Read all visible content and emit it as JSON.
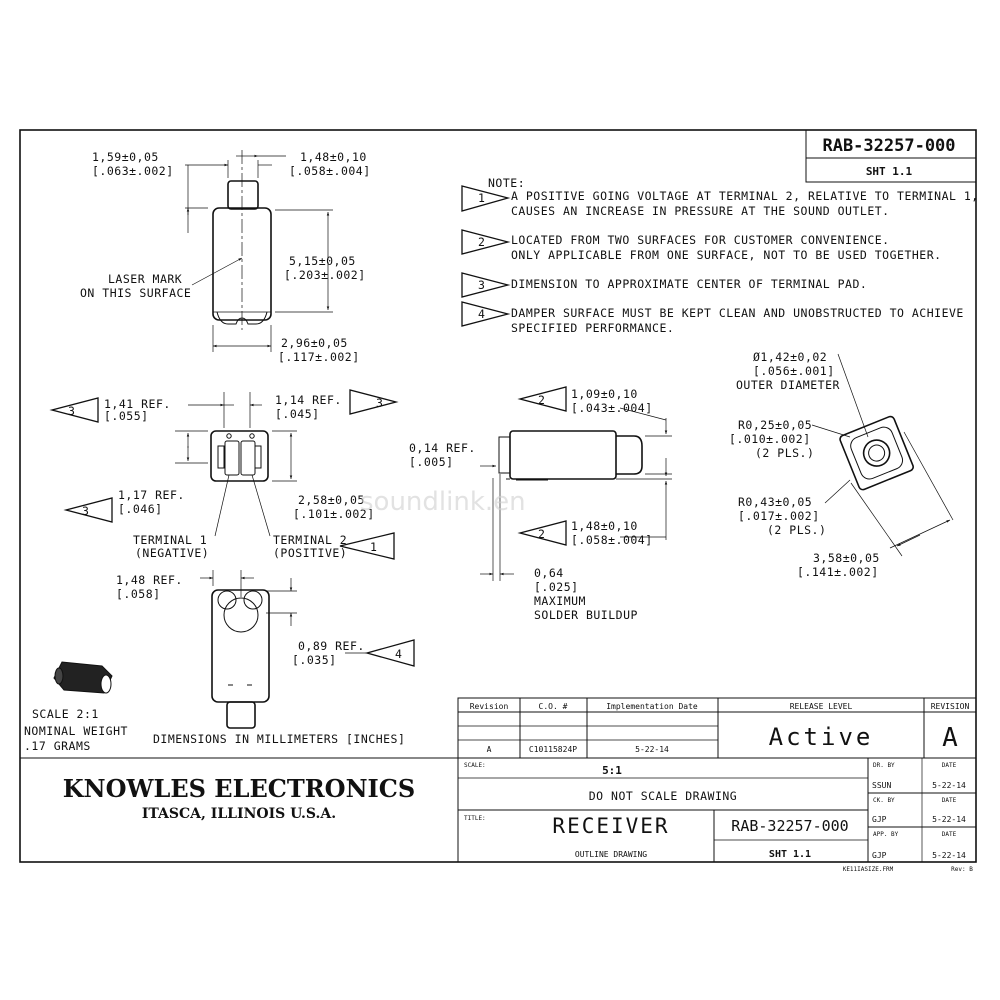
{
  "part_number": "RAB-32257-000",
  "sheet": "SHT 1.1",
  "notes": {
    "title": "NOTE:",
    "items": [
      {
        "num": "1",
        "lines": [
          "A POSITIVE GOING VOLTAGE AT TERMINAL 2, RELATIVE TO TERMINAL 1,",
          "CAUSES AN INCREASE IN PRESSURE AT THE SOUND OUTLET."
        ]
      },
      {
        "num": "2",
        "lines": [
          "LOCATED FROM TWO SURFACES FOR CUSTOMER CONVENIENCE.",
          "ONLY APPLICABLE FROM ONE SURFACE, NOT TO BE USED TOGETHER."
        ]
      },
      {
        "num": "3",
        "lines": [
          "DIMENSION TO APPROXIMATE CENTER OF TERMINAL PAD."
        ]
      },
      {
        "num": "4",
        "lines": [
          "DAMPER SURFACE MUST BE KEPT CLEAN AND UNOBSTRUCTED TO ACHIEVE",
          "SPECIFIED PERFORMANCE."
        ]
      }
    ]
  },
  "dims": {
    "d159": "1,59±0,05",
    "d159i": "[.063±.002]",
    "d148t": "1,48±0,10",
    "d148ti": "[.058±.004]",
    "d515": "5,15±0,05",
    "d515i": "[.203±.002]",
    "d296": "2,96±0,05",
    "d296i": "[.117±.002]",
    "laser1": "LASER MARK",
    "laser2": "ON THIS SURFACE",
    "d141": "1,41  REF.",
    "d141i": "[.055]",
    "d114": "1,14  REF.",
    "d114i": "[.045]",
    "d117": "1,17  REF.",
    "d117i": "[.046]",
    "d258": "2,58±0,05",
    "d258i": "[.101±.002]",
    "term1a": "TERMINAL 1",
    "term1b": "(NEGATIVE)",
    "term2a": "TERMINAL 2",
    "term2b": "(POSITIVE)",
    "d148r": "1,48   REF.",
    "d148ri": "[.058]",
    "d089": "0,89  REF.",
    "d089i": "[.035]",
    "d109": "1,09±0,10",
    "d109i": "[.043±.004]",
    "d014": "0,14  REF.",
    "d014i": "[.005]",
    "d148s": "1,48±0,10",
    "d148si": "[.058±.004]",
    "d064": "0,64",
    "d064i": "[.025]",
    "d064a": "MAXIMUM",
    "d064b": "SOLDER BUILDUP",
    "d142": "Ø1,42±0,02",
    "d142i": "[.056±.001]",
    "d142a": "OUTER DIAMETER",
    "r025": "R0,25±0,05",
    "r025i": "[.010±.002]",
    "r025p": "(2 PLS.)",
    "r043": "R0,43±0,05",
    "r043i": "[.017±.002]",
    "r043p": "(2 PLS.)",
    "d358": "3,58±0,05",
    "d358i": "[.141±.002]"
  },
  "scale_note": {
    "scale": "SCALE  2:1",
    "weight1": "NOMINAL WEIGHT",
    "weight2": ".17 GRAMS"
  },
  "units_note": "DIMENSIONS IN MILLIMETERS [INCHES]",
  "watermark": "soundlink.en",
  "revision_table": {
    "headers": [
      "Revision",
      "C.O. #",
      "Implementation Date"
    ],
    "row": [
      "A",
      "C10115824P",
      "5-22-14"
    ],
    "release_level_label": "RELEASE LEVEL",
    "release_level": "Active",
    "revision_label": "REVISION",
    "revision": "A"
  },
  "title_block": {
    "company": "KNOWLES ELECTRONICS",
    "location": "ITASCA, ILLINOIS U.S.A.",
    "scale_label": "SCALE:",
    "scale": "5:1",
    "do_not_scale": "DO NOT SCALE DRAWING",
    "title_label": "TITLE:",
    "title": "RECEIVER",
    "subtitle": "OUTLINE DRAWING",
    "part_number": "RAB-32257-000",
    "sheet": "SHT 1.1",
    "approvals": [
      {
        "label": "DR. BY",
        "name": "SSUN",
        "date_label": "DATE",
        "date": "5-22-14"
      },
      {
        "label": "CK. BY",
        "name": "GJP",
        "date_label": "DATE",
        "date": "5-22-14"
      },
      {
        "label": "APP. BY",
        "name": "GJP",
        "date_label": "DATE",
        "date": "5-22-14"
      }
    ],
    "file_name": "KE11IASIZE.FRM",
    "rev_b": "Rev: B"
  }
}
